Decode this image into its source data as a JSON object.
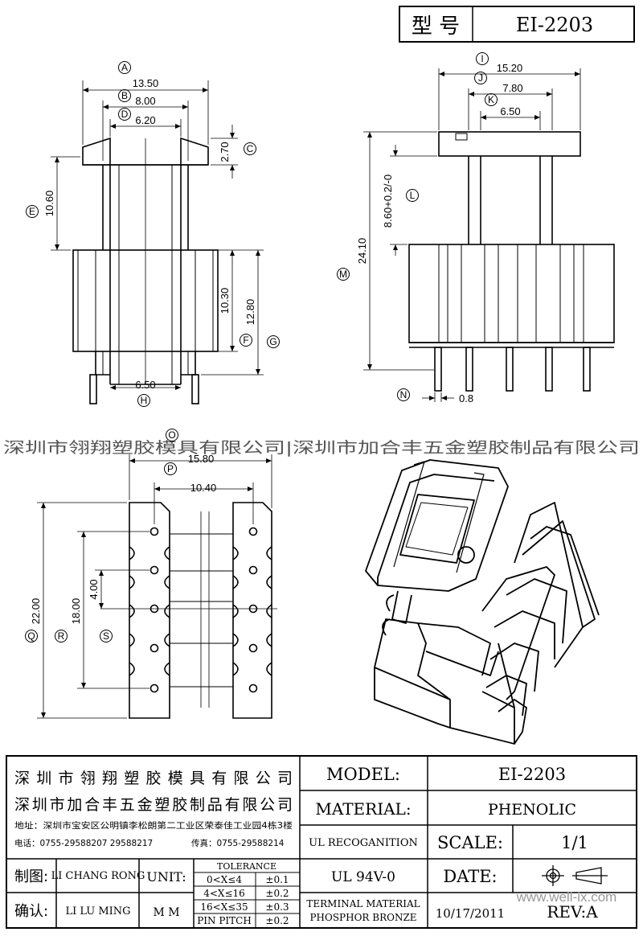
{
  "header": {
    "model_label": "型 号",
    "model_value": "EI-2203"
  },
  "watermark": "深圳市翎翔塑胶模具有限公司|深圳市加合丰五金塑胶制品有限公司",
  "dimensions": {
    "A": "13.50",
    "B": "8.00",
    "D": "6.20",
    "C": "2.70",
    "E": "10.60",
    "F": "10.30",
    "G": "12.80",
    "H": "6.50",
    "I": "15.20",
    "J": "7.80",
    "K": "6.50",
    "L": "8.60+0.2/-0",
    "M": "24.10",
    "N": "0.8",
    "O": "15.80",
    "P": "10.40",
    "Q": "22.00",
    "R": "18.00",
    "S": "4.00"
  },
  "circle_labels": [
    "A",
    "B",
    "C",
    "D",
    "E",
    "F",
    "G",
    "H",
    "I",
    "J",
    "K",
    "L",
    "M",
    "N",
    "O",
    "P",
    "Q",
    "R",
    "S"
  ],
  "title_block": {
    "company1": "深圳市翎翔塑胶模具有限公司",
    "company2": "深圳市加合丰五金塑胶制品有限公司",
    "address": "地址：深圳市宝安区公明镇李松朗第二工业区荣泰佳工业园4栋3楼",
    "phone": "电话：0755-29588207  29588217",
    "fax": "传真：0755-29588214",
    "model_label": "MODEL:",
    "model_value": "EI-2203",
    "material_label": "MATERIAL:",
    "material_value": "PHENOLIC",
    "ul_label": "UL RECOGANITION",
    "ul_value": "UL 94V-0",
    "scale_label": "SCALE:",
    "scale_value": "1/1",
    "date_label": "DATE:",
    "date_value": "10/17/2011",
    "rev_label": "REV:A",
    "terminal_line1": "TERMINAL MATERIAL",
    "terminal_line2": "PHOSPHOR  BRONZE",
    "drawn_label": "制图:",
    "drawn_by": "LI CHANG RONG",
    "confirm_label": "确认:",
    "confirm_by": "LI LU MING",
    "unit_label": "UNIT:",
    "unit_value": "M M",
    "tolerance_title": "TOLERANCE",
    "tolerances": [
      {
        "range": "0<X≤4",
        "tol": "±0.1"
      },
      {
        "range": "4<X≤16",
        "tol": "±0.2"
      },
      {
        "range": "16<X≤35",
        "tol": "±0.3"
      },
      {
        "range": "PIN PITCH",
        "tol": "±0.2"
      }
    ],
    "site": "www.well-ix.com"
  }
}
